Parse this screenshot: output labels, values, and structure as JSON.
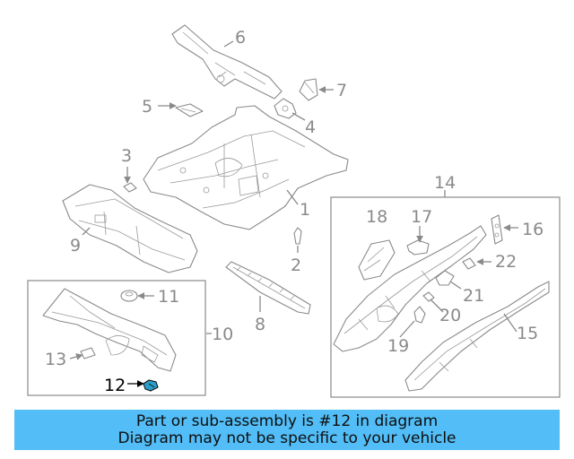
{
  "diagram": {
    "callouts": [
      "1",
      "2",
      "3",
      "4",
      "5",
      "6",
      "7",
      "8",
      "9",
      "10",
      "11",
      "12",
      "13",
      "14",
      "15",
      "16",
      "17",
      "18",
      "19",
      "20",
      "21",
      "22"
    ],
    "highlighted_part": "12",
    "colors": {
      "line": "#8a8a8a",
      "highlight_part": "#2a9ec9",
      "highlight_text": "#000000"
    }
  },
  "banner": {
    "line1": "Part or sub-assembly is #12 in diagram",
    "line2": "Diagram may not be specific to your vehicle",
    "background": "#52bdf6"
  }
}
